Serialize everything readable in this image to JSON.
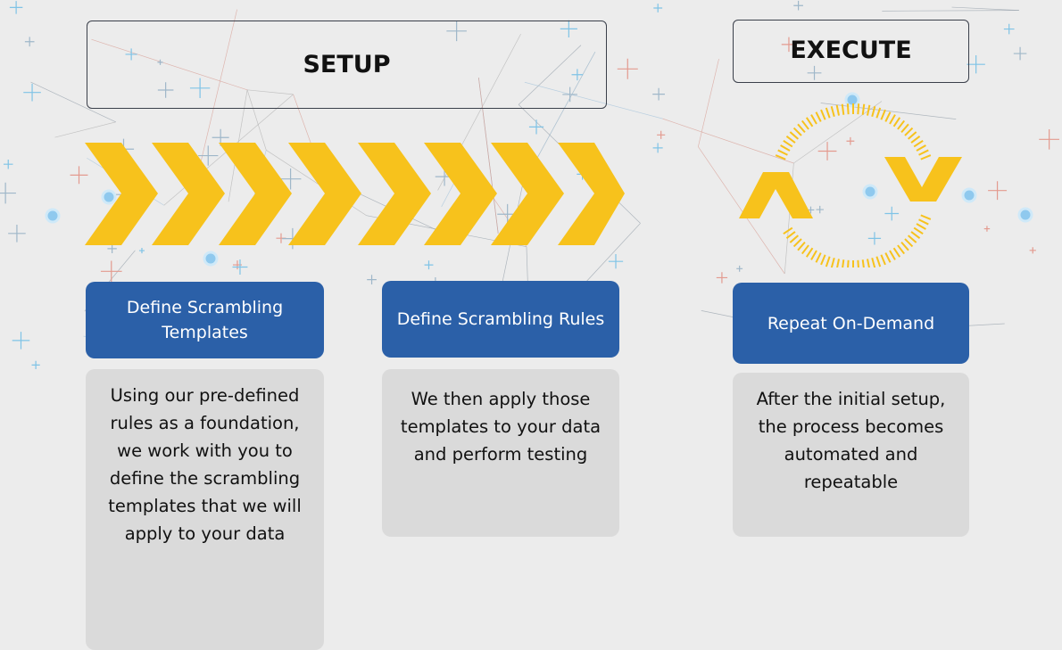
{
  "phases": {
    "setup_label": "SETUP",
    "execute_label": "EXECUTE"
  },
  "steps": [
    {
      "title": "Define Scrambling Templates",
      "description": "Using our pre-defined rules as a foundation, we work with you to define the scrambling templates that we will apply to your data"
    },
    {
      "title": "Define Scrambling Rules",
      "description": "We then apply those templates to your data and perform testing"
    },
    {
      "title": "Repeat On-Demand",
      "description": "After the initial setup, the process becomes automated and repeatable"
    }
  ],
  "icons": {
    "progress_chevrons": "chevron-right-icon",
    "cycle": "refresh-cycle-icon"
  },
  "colors": {
    "background": "#ececec",
    "accent_yellow": "#f7c21c",
    "step_header_blue": "#2b60a8",
    "step_body_gray": "#dadada",
    "frame_border": "#3a3f4a"
  }
}
